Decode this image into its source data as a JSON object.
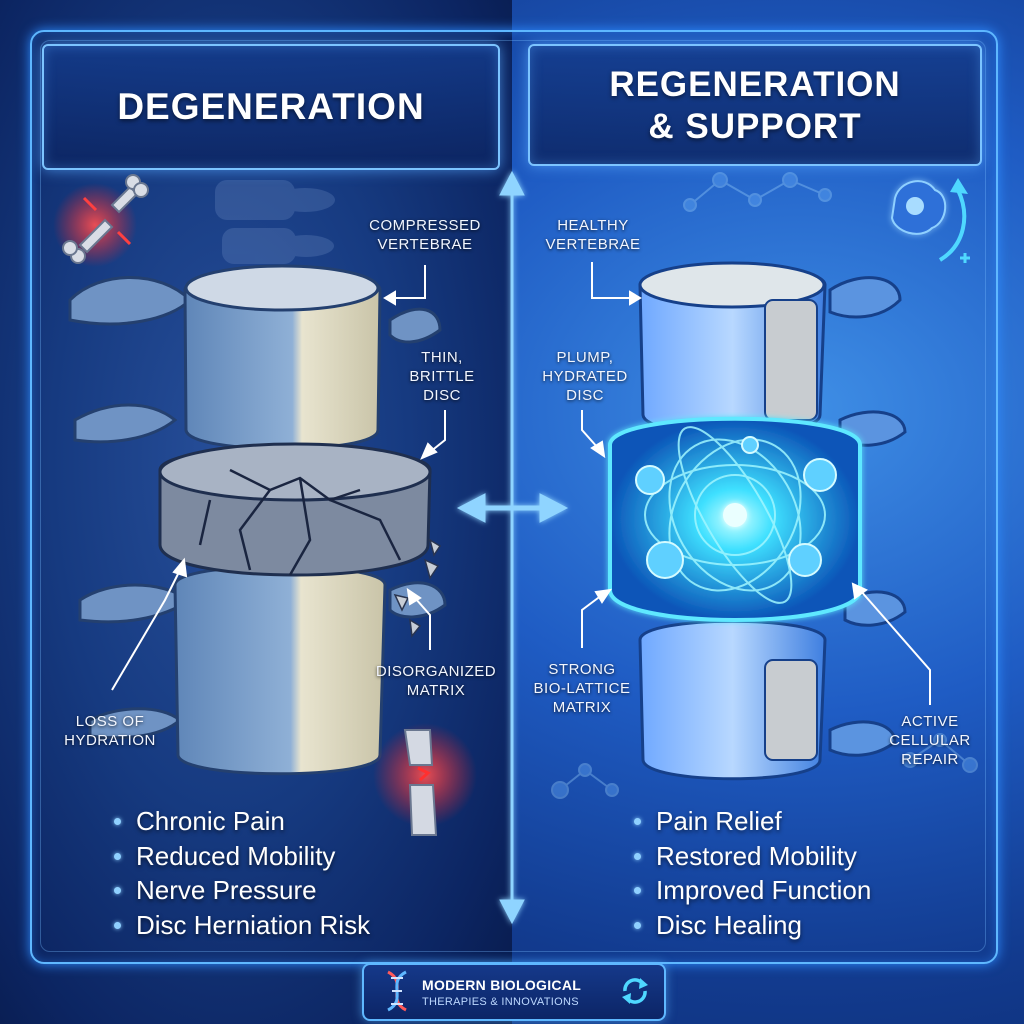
{
  "left_panel": {
    "title": "DEGENERATION",
    "labels": {
      "compressed_vertebrae": [
        "COMPRESSED",
        "VERTEBRAE"
      ],
      "thin_disc": [
        "THIN,",
        "BRITTLE",
        "DISC"
      ],
      "disorganized_matrix": [
        "DISORGANIZED",
        "MATRIX"
      ],
      "loss_of_hydration": [
        "LOSS OF",
        "HYDRATION"
      ]
    },
    "bullets": [
      "Chronic Pain",
      "Reduced Mobility",
      "Nerve Pressure",
      "Disc Herniation Risk"
    ]
  },
  "right_panel": {
    "title": [
      "REGENERATION",
      "& SUPPORT"
    ],
    "labels": {
      "healthy_vertebrae": [
        "HEALTHY",
        "VERTEBRAE"
      ],
      "plump_disc": [
        "PLUMP,",
        "HYDRATED",
        "DISC"
      ],
      "bio_lattice": [
        "STRONG",
        "BIO-LATTICE",
        "MATRIX"
      ],
      "cellular_repair": [
        "ACTIVE",
        "CELLULAR",
        "REPAIR"
      ]
    },
    "bullets": [
      "Pain Relief",
      "Restored Mobility",
      "Improved Function",
      "Disc Healing"
    ]
  },
  "footer": {
    "line1": "MODERN BIOLOGICAL",
    "line2": "THERAPIES & INNOVATIONS"
  },
  "colors": {
    "frame": "#5fb8ff",
    "accent_glow": "#2f8cff",
    "pain_red": "#ff3b3b",
    "healthy_cyan": "#7fe7ff"
  },
  "icons": [
    "broken-bone-icon",
    "painful-knee-icon",
    "stem-cell-icon",
    "dna-icon",
    "refresh-icon",
    "molecule-icon"
  ]
}
